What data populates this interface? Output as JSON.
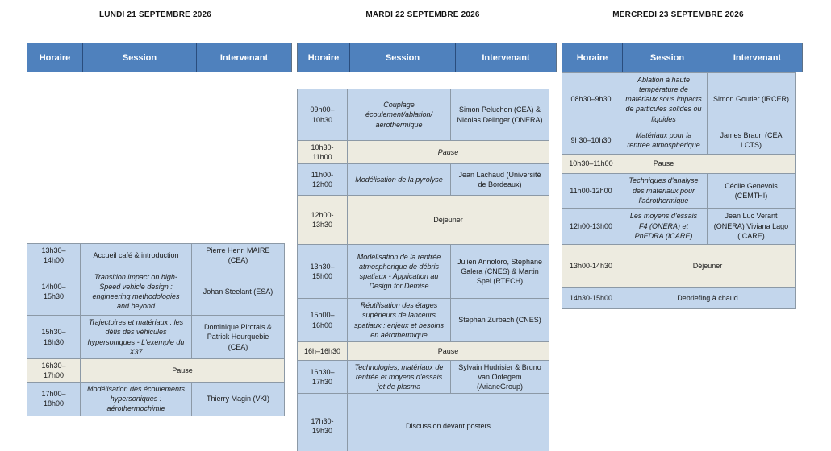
{
  "page": {
    "background": "#ffffff"
  },
  "colors": {
    "header_bg": "#4f81bd",
    "header_text": "#ffffff",
    "row_blue": "#c3d6ec",
    "break_beige": "#edebe0",
    "body_border": "#8c99a6",
    "header_divider": "#2a4d7d",
    "text": "#1a1a1a"
  },
  "days": [
    {
      "title": "LUNDI 21 SEPTEMBRE 2026",
      "headers": [
        "Horaire",
        "Session",
        "Intervenant"
      ],
      "rows": [
        {
          "kind": "session",
          "time": "13h30–14h00",
          "session": "Accueil café & introduction",
          "speaker": "Pierre Henri MAIRE  (CEA)"
        },
        {
          "kind": "session",
          "time": "14h00–15h30",
          "session": "Transition impact on high-Speed vehicle design : engineering  methodologies and beyond",
          "speaker": "Johan Steelant (ESA)"
        },
        {
          "kind": "session",
          "time": "15h30–16h30",
          "session": "Trajectoires et matériaux : les défis des véhicules hypersoniques - L'exemple du X37",
          "speaker": "Dominique Pirotais & Patrick Hourquebie (CEA)"
        },
        {
          "kind": "break",
          "time": "16h30–17h00",
          "session": "Pause"
        },
        {
          "kind": "session",
          "time": "17h00–18h00",
          "session": "Modélisation des écoulements hypersoniques : aérothermochimie",
          "speaker": "Thierry Magin (VKI)"
        }
      ]
    },
    {
      "title": "MARDI 22 SEPTEMBRE 2026",
      "headers": [
        "Horaire",
        "Session",
        "Intervenant"
      ],
      "rows": [
        {
          "kind": "session",
          "time": "09h00–10h30",
          "session": "Couplage écoulement/ablation/ aerothermique",
          "speaker": "Simon Peluchon (CEA) & Nicolas Delinger (ONERA)"
        },
        {
          "kind": "break",
          "time": "10h30-11h00",
          "session": "Pause"
        },
        {
          "kind": "session",
          "time": "11h00-12h00",
          "session": "Modélisation de la pyrolyse",
          "speaker": "Jean Lachaud (Université de Bordeaux)"
        },
        {
          "kind": "break",
          "time": "12h00-13h30",
          "session": "Déjeuner"
        },
        {
          "kind": "session",
          "time": "13h30–15h00",
          "session": "Modélisation de la rentrée atmospherique de débris spatiaux - Application au Design for Demise",
          "speaker": "Julien Annoloro, Stephane Galera (CNES) & Martin Spel (RTECH)"
        },
        {
          "kind": "session",
          "time": "15h00–16h00",
          "session": "Réutilisation des étages supérieurs de lanceurs spatiaux : enjeux et besoins en aérothermique",
          "speaker": "Stephan Zurbach  (CNES)"
        },
        {
          "kind": "break",
          "time": "16h–16h30",
          "session": "Pause"
        },
        {
          "kind": "session",
          "time": "16h30–17h30",
          "session": "Technologies, matériaux de rentrée et moyens d'essais jet de plasma",
          "speaker": "Sylvain Hudrisier & Bruno van Ootegem  (ArianeGroup)"
        },
        {
          "kind": "session-full",
          "time": "17h30-19h30",
          "session": "Discussion devant posters"
        }
      ]
    },
    {
      "title": "MERCREDI 23 SEPTEMBRE 2026",
      "headers": [
        "Horaire",
        "Session",
        "Intervenant"
      ],
      "rows": [
        {
          "kind": "session",
          "time": "08h30–9h30",
          "session": "Ablation à haute température de matériaux sous impacts de particules solides ou liquides",
          "speaker": "Simon Goutier (IRCER)"
        },
        {
          "kind": "session",
          "time": "9h30–10h30",
          "session": "Matériaux pour la rentrée atmosphérique",
          "speaker": "James Braun (CEA LCTS)"
        },
        {
          "kind": "break",
          "time": "10h30–11h00",
          "session": "Pause"
        },
        {
          "kind": "session",
          "time": "11h00-12h00",
          "session": "Techniques d'analyse des materiaux  pour l'aérothermique",
          "speaker": "Cécile Genevois (CEMTHI)"
        },
        {
          "kind": "session",
          "time": "12h00-13h00",
          "session": "Les moyens d'essais F4 (ONERA) et PhEDRA (ICARE)",
          "speaker": "Jean Luc Verant (ONERA) Viviana Lago (ICARE)"
        },
        {
          "kind": "break",
          "time": "13h00-14h30",
          "session": "Déjeuner"
        },
        {
          "kind": "session-full",
          "time": "14h30-15h00",
          "session": "Debriefing à chaud"
        }
      ]
    }
  ]
}
